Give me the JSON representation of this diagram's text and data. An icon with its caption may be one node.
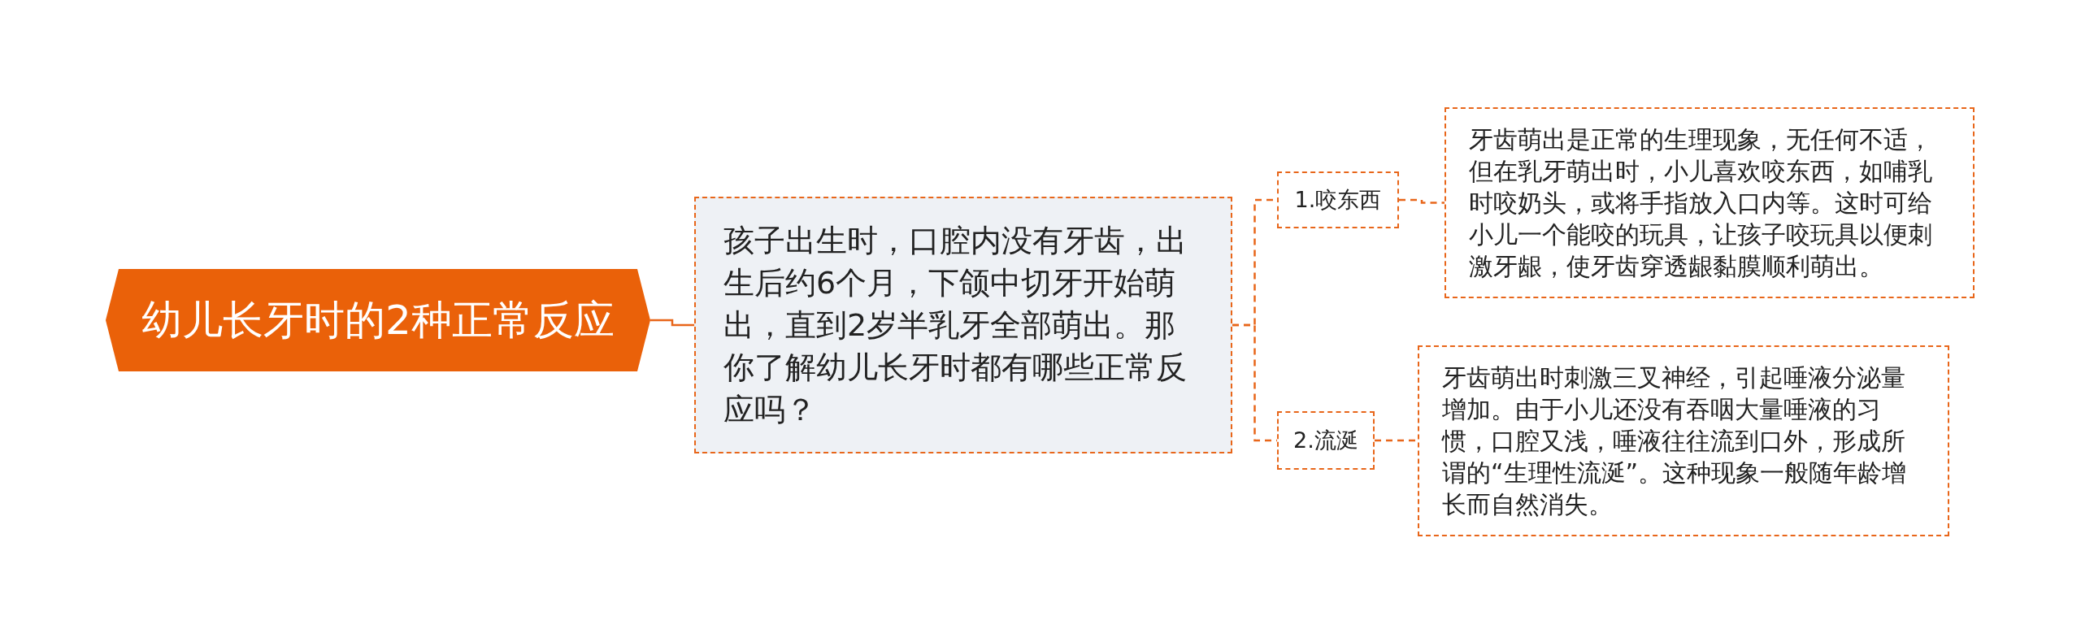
{
  "diagram": {
    "nodes": [
      {
        "text": [
          "幼儿长牙时的2种正常反应"
        ]
      },
      {
        "text": [
          "孩子出生时，口腔内没有牙齿，出生后约6个月，下颌中切牙开始萌出，直到2岁半乳牙全部萌出。那你了解幼儿长牙时都有哪些正常反应吗？"
        ]
      },
      {
        "text": [
          "1.咬东西"
        ]
      },
      {
        "text": [
          "2.流涎"
        ]
      },
      {
        "text": [
          "牙齿萌出是正常的生理现象，无任何不适，但在乳牙萌出时，小儿喜欢咬东西，如哺乳时咬奶头，或将手指放入口内等。这时可给小儿一个能咬的玩具，让孩子咬玩具以便刺激牙龈，使牙齿穿透龈黏膜顺利萌出。"
        ]
      },
      {
        "text": [
          "牙齿萌出时刺激三叉神经，引起唾液分泌量增加。由于小儿还没有吞咽大量唾液的习惯，口腔又浅，唾液往往流到口外，形成所谓的“生理性流涎”。这种现象一般随年龄增长而自然消失。"
        ]
      }
    ],
    "edges": [
      {
        "from": 0,
        "to": 1,
        "arrow": "none"
      },
      {
        "from": 1,
        "to": 2,
        "arrow": "none",
        "style": "dashed"
      },
      {
        "from": 1,
        "to": 3,
        "arrow": "none",
        "style": "dashed"
      },
      {
        "from": 2,
        "to": 4,
        "arrow": "none",
        "style": "dashed"
      },
      {
        "from": 3,
        "to": 5,
        "arrow": "none",
        "style": "dashed"
      }
    ]
  }
}
